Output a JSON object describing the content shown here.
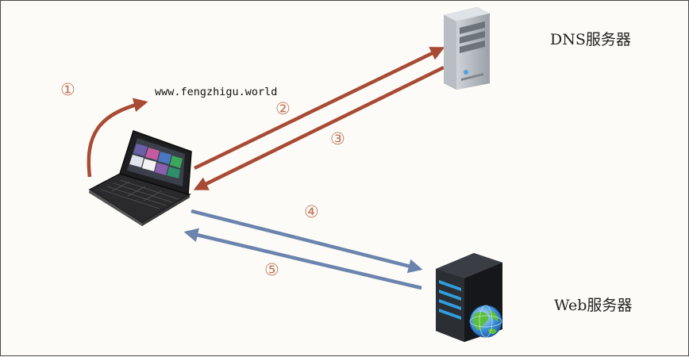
{
  "diagram": {
    "url": "www.fengzhigu.world",
    "dns_server_label": "DNS服务器",
    "web_server_label": "Web服务器",
    "steps": [
      "①",
      "②",
      "③",
      "④",
      "⑤"
    ],
    "colors": {
      "request_arrow": "#a84b35",
      "web_arrow": "#6b84ad",
      "step_number": "#c0775a",
      "background": "#fcfbf7"
    },
    "icons": [
      "laptop-icon",
      "dns-server-icon",
      "web-server-icon",
      "globe-icon"
    ]
  }
}
